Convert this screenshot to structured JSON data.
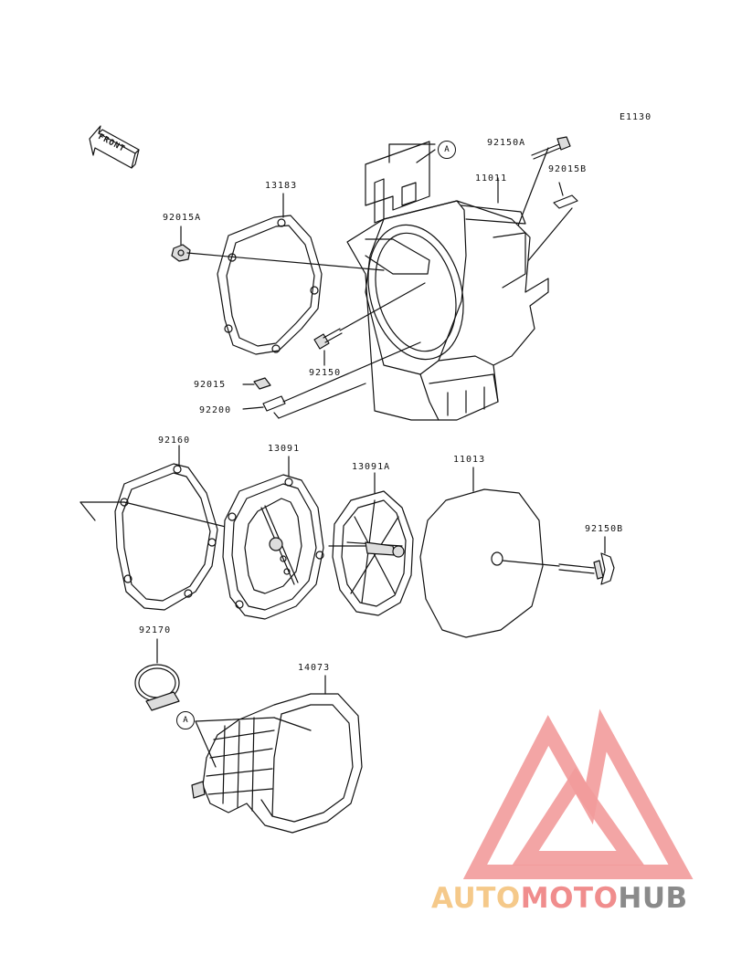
{
  "diagram": {
    "code": "E1130",
    "front_label": "FRONT",
    "ref_marker": "A",
    "parts": [
      {
        "id": "92150A"
      },
      {
        "id": "92015B"
      },
      {
        "id": "11011"
      },
      {
        "id": "13183"
      },
      {
        "id": "92015A"
      },
      {
        "id": "92150"
      },
      {
        "id": "92015"
      },
      {
        "id": "92200"
      },
      {
        "id": "92160"
      },
      {
        "id": "13091"
      },
      {
        "id": "13091A"
      },
      {
        "id": "11013"
      },
      {
        "id": "92150B"
      },
      {
        "id": "92170"
      },
      {
        "id": "14073"
      }
    ]
  },
  "watermark": {
    "part1": "AUTO",
    "part2": "MOTO",
    "part3": "HUB",
    "colors": {
      "auto": "#f5c98a",
      "moto": "#f08d8d",
      "hub": "#8a8a8a",
      "triangle": "#f29b9b"
    }
  }
}
